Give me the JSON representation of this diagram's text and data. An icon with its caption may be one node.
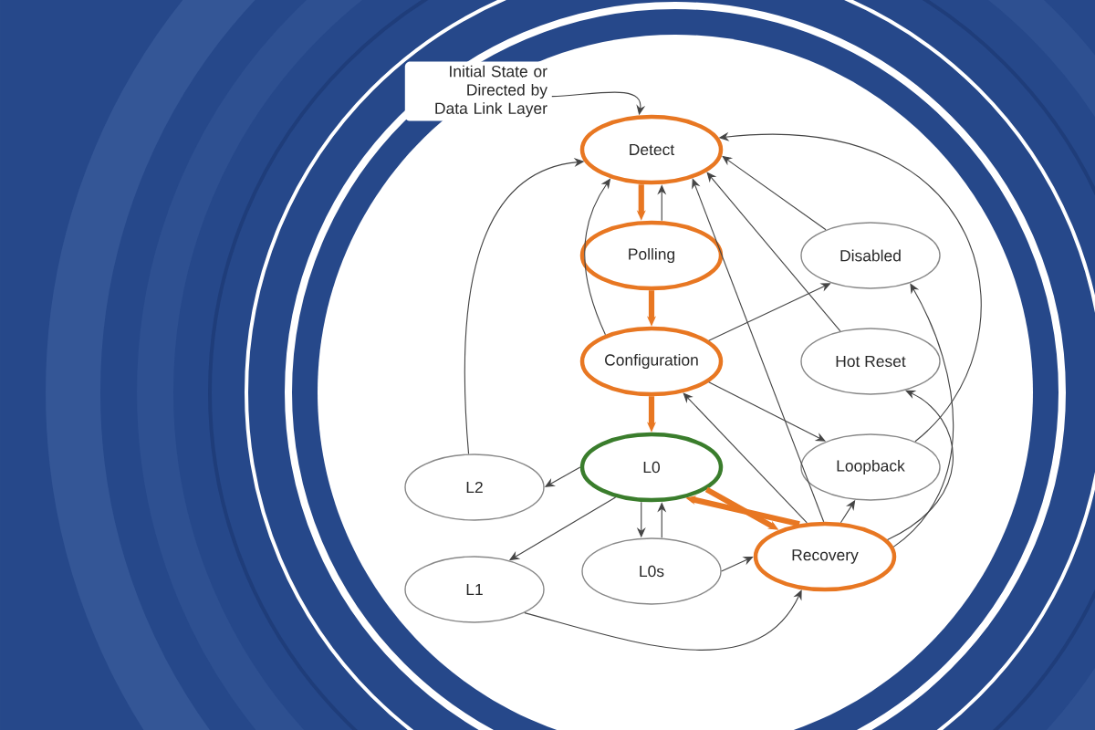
{
  "diagram": {
    "nodes": [
      {
        "text": [
          "Initial State or Directed by Data Link Layer"
        ]
      },
      {
        "text": [
          "Detect"
        ]
      },
      {
        "text": [
          "Polling"
        ]
      },
      {
        "text": [
          "Disabled"
        ]
      },
      {
        "text": [
          "Configuration"
        ]
      },
      {
        "text": [
          "Hot Reset"
        ]
      },
      {
        "text": [
          "L2"
        ]
      },
      {
        "text": [
          "L0"
        ]
      },
      {
        "text": [
          "Loopback"
        ]
      },
      {
        "text": [
          "L1"
        ]
      },
      {
        "text": [
          "L0s"
        ]
      },
      {
        "text": [
          "Recovery"
        ]
      }
    ],
    "edges": [
      {
        "from": 0,
        "to": 1,
        "arrow": "to"
      },
      {
        "from": 1,
        "to": 2,
        "arrow": "to",
        "style": "thick",
        "color": "#e87722"
      },
      {
        "from": 2,
        "to": 1,
        "arrow": "to"
      },
      {
        "from": 2,
        "to": 4,
        "arrow": "to",
        "style": "thick",
        "color": "#e87722"
      },
      {
        "from": 4,
        "to": 1,
        "arrow": "to"
      },
      {
        "from": 4,
        "to": 3,
        "arrow": "to"
      },
      {
        "from": 4,
        "to": 7,
        "arrow": "to",
        "style": "thick",
        "color": "#e87722"
      },
      {
        "from": 4,
        "to": 8,
        "arrow": "to"
      },
      {
        "from": 6,
        "to": 1,
        "arrow": "to"
      },
      {
        "from": 7,
        "to": 6,
        "arrow": "to"
      },
      {
        "from": 7,
        "to": 9,
        "arrow": "to"
      },
      {
        "from": 7,
        "to": 10,
        "arrow": "to"
      },
      {
        "from": 10,
        "to": 7,
        "arrow": "to"
      },
      {
        "from": 7,
        "to": 11,
        "arrow": "to",
        "style": "thick",
        "color": "#e87722"
      },
      {
        "from": 11,
        "to": 7,
        "arrow": "to",
        "style": "thick",
        "color": "#e87722"
      },
      {
        "from": 10,
        "to": 11,
        "arrow": "to"
      },
      {
        "from": 9,
        "to": 11,
        "arrow": "to"
      },
      {
        "from": 11,
        "to": 4,
        "arrow": "to"
      },
      {
        "from": 11,
        "to": 1,
        "arrow": "to"
      },
      {
        "from": 5,
        "to": 1,
        "arrow": "to"
      },
      {
        "from": 3,
        "to": 1,
        "arrow": "to"
      },
      {
        "from": 11,
        "to": 8,
        "arrow": "to"
      },
      {
        "from": 11,
        "to": 5,
        "arrow": "to"
      },
      {
        "from": 11,
        "to": 3,
        "arrow": "to"
      },
      {
        "from": 8,
        "to": 1,
        "arrow": "to"
      }
    ]
  }
}
